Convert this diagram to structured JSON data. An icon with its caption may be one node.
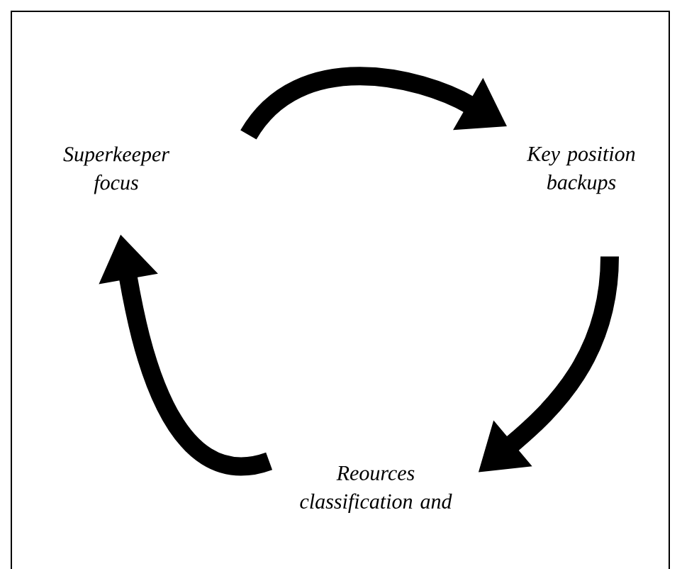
{
  "diagram": {
    "nodes": [
      {
        "text": [
          "Superkeeper focus"
        ]
      },
      {
        "text": [
          "Key position backups"
        ]
      },
      {
        "text": [
          "Reources classification and"
        ]
      }
    ],
    "edges": [
      {
        "from": 0,
        "to": 1,
        "arrow": "to"
      },
      {
        "from": 1,
        "to": 2,
        "arrow": "to"
      },
      {
        "from": 2,
        "to": 0,
        "arrow": "to"
      }
    ]
  }
}
